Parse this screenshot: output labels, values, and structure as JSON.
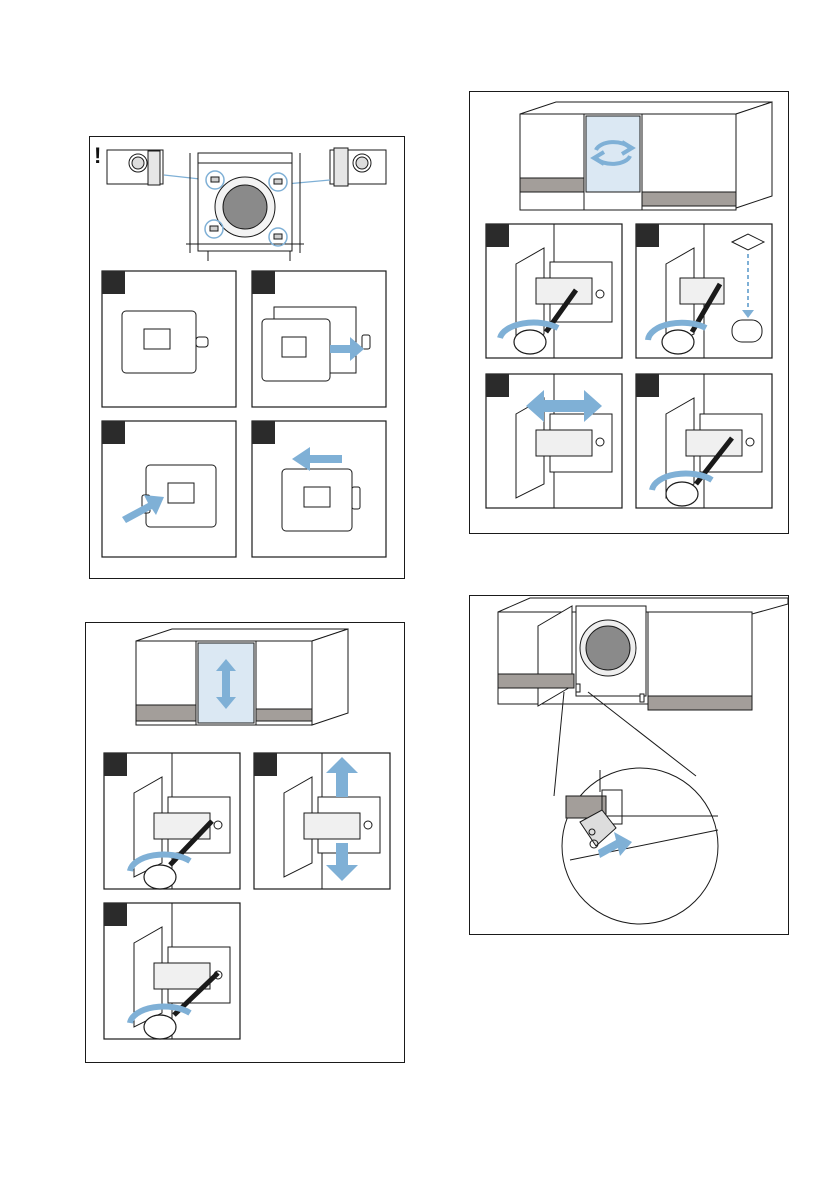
{
  "warning_mark": "!",
  "colors": {
    "outline": "#1a1a1a",
    "arrow_blue": "#7fb0d6",
    "highlight_blue": "#dbe8f3",
    "drum_gray": "#8a8a8a",
    "plinth_gray": "#a39e9a",
    "step_badge": "#2b2b2b"
  },
  "figures": [
    {
      "name": "door-hinge-cover-removal",
      "steps": 4
    },
    {
      "name": "door-height-adjustment",
      "steps": 3
    },
    {
      "name": "door-side-adjustment",
      "steps": 4
    },
    {
      "name": "door-stop-plate-mounting",
      "steps": 0
    }
  ],
  "icons": [
    "warning-icon",
    "screwdriver-icon",
    "double-arrow-icon",
    "push-arrow-icon",
    "rotate-arrow-icon"
  ]
}
